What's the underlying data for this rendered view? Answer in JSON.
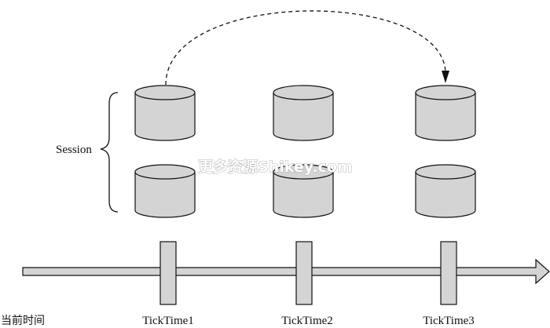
{
  "session_label": "Session",
  "current_time_label": "当前时间",
  "ticks": [
    {
      "label": "TickTime1"
    },
    {
      "label": "TickTime2"
    },
    {
      "label": "TickTime3"
    }
  ],
  "watermark": "更多资源Shikey.com",
  "colors": {
    "cylinder_fill": "#d4d4d4",
    "outline": "#111111",
    "background": "#ffffff"
  }
}
